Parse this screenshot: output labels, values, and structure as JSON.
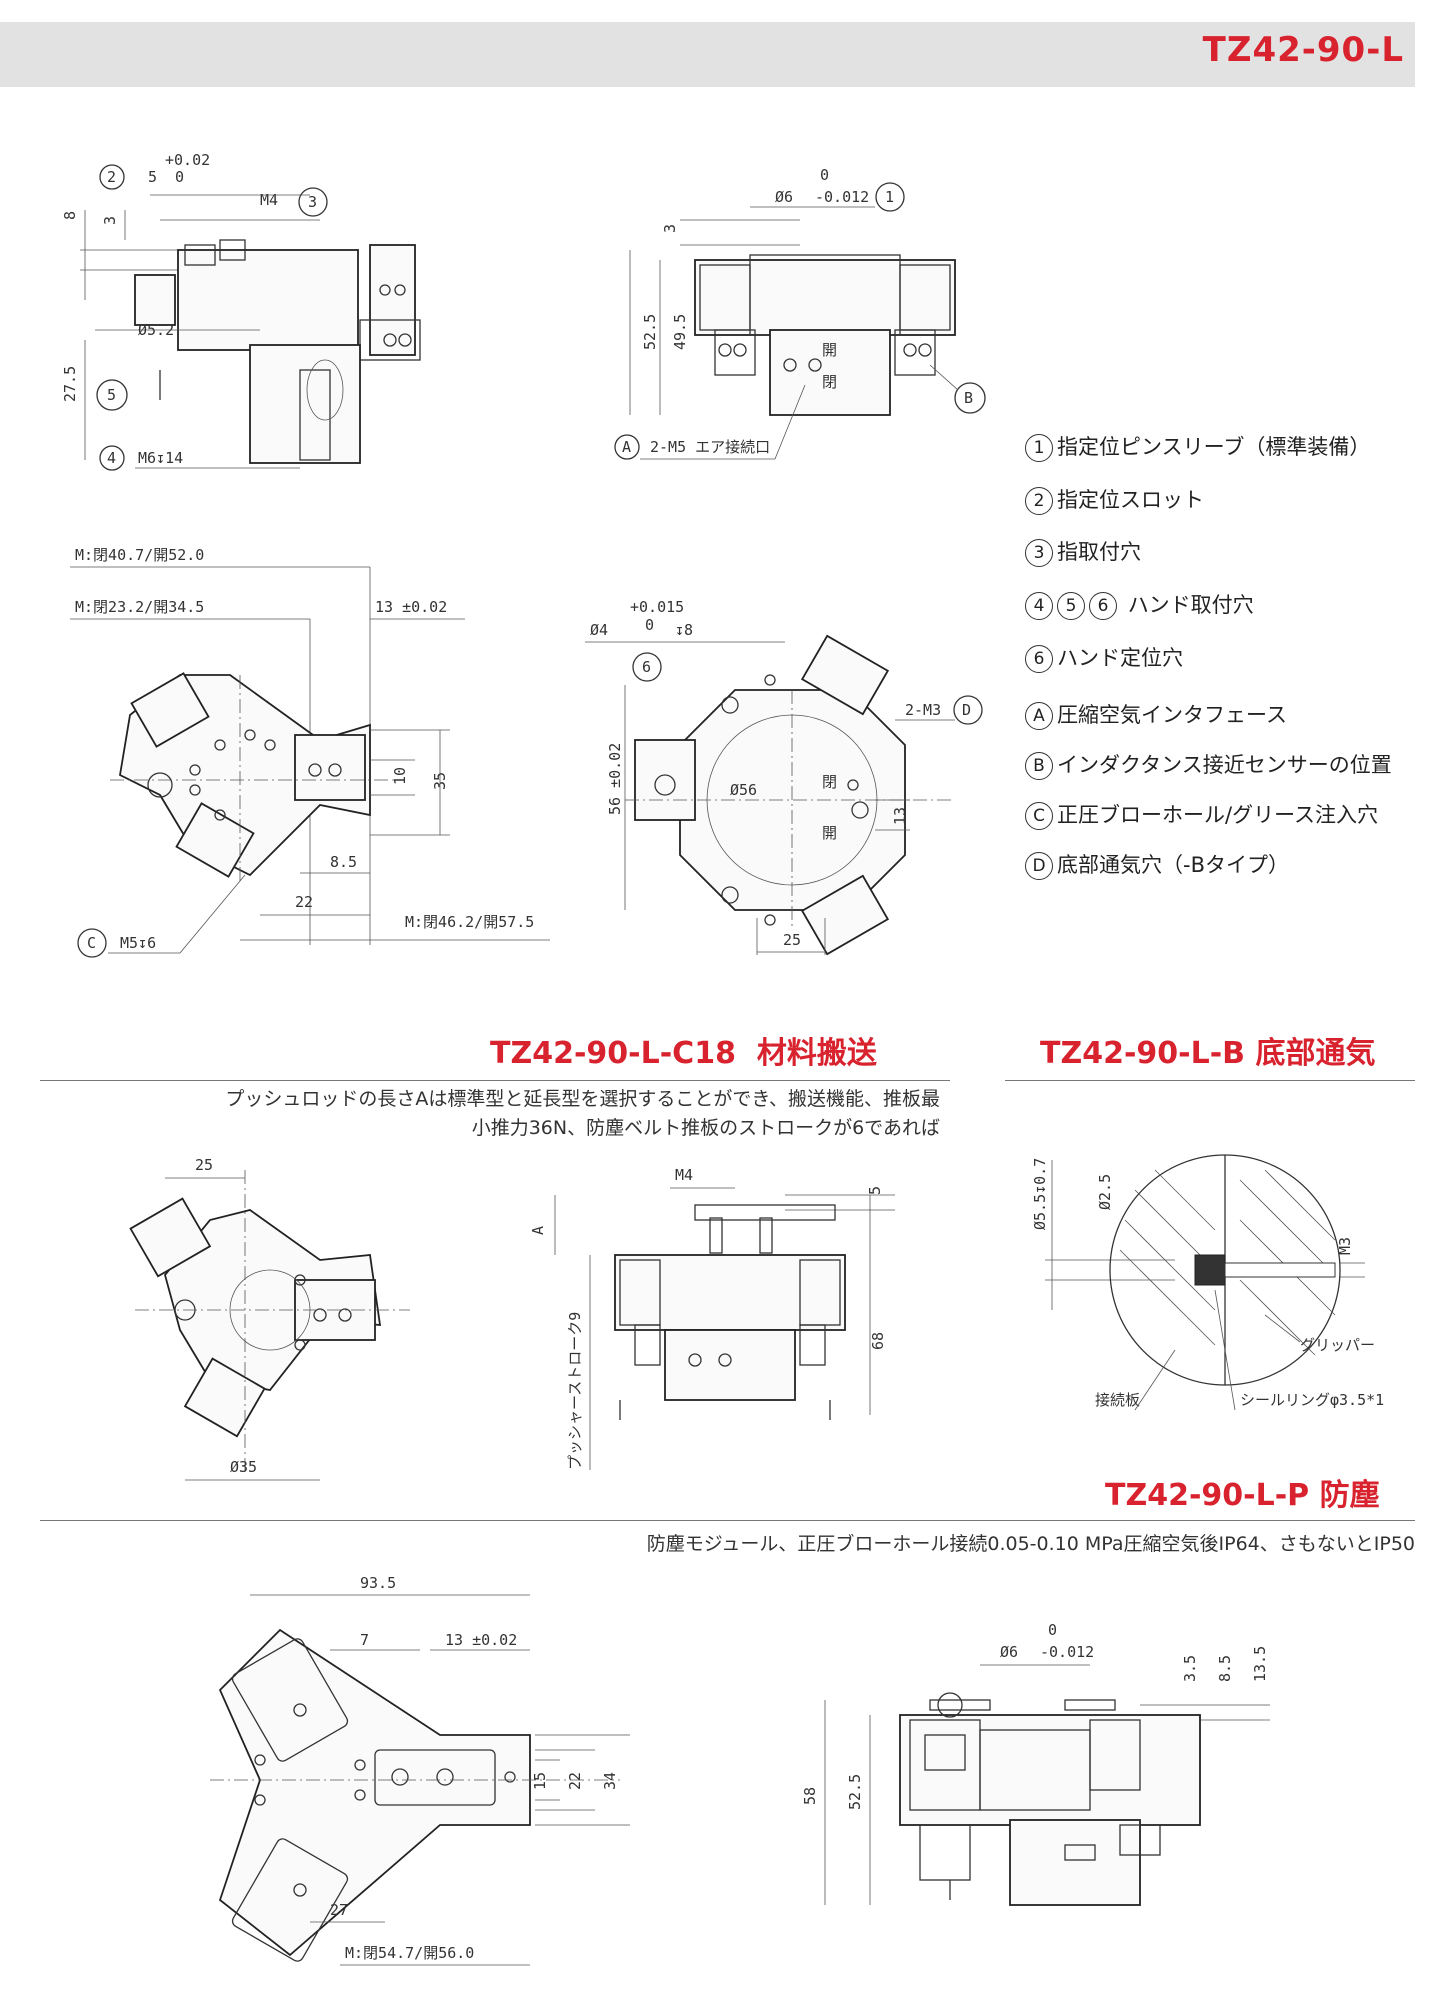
{
  "header": {
    "title": "TZ42-90-L"
  },
  "legend": [
    {
      "marks": [
        "1"
      ],
      "text": "指定位ピンスリーブ（標準装備）"
    },
    {
      "marks": [
        "2"
      ],
      "text": "指定位スロット"
    },
    {
      "marks": [
        "3"
      ],
      "text": "指取付穴"
    },
    {
      "marks": [
        "4",
        "5",
        "6"
      ],
      "text": "ハンド取付穴"
    },
    {
      "marks": [
        "6"
      ],
      "text": "ハンド定位穴"
    },
    {
      "marks": [
        "A"
      ],
      "text": "圧縮空気インタフェース"
    },
    {
      "marks": [
        "B"
      ],
      "text": "インダクタンス接近センサーの位置"
    },
    {
      "marks": [
        "C"
      ],
      "text": "正圧ブローホール/グリース注入穴"
    },
    {
      "marks": [
        "D"
      ],
      "text": "底部通気穴（-Bタイプ）"
    }
  ],
  "sections": {
    "c18": {
      "title": "TZ42-90-L-C18",
      "title_jp": "材料搬送",
      "description_line1": "プッシュロッドの長さAは標準型と延長型を選択することができ、搬送機能、推板最",
      "description_line2": "小推力36N、防塵ベルト推板のストロークが6であれば"
    },
    "b": {
      "title": "TZ42-90-L-B",
      "title_jp": "底部通気"
    },
    "p": {
      "title": "TZ42-90-L-P",
      "title_jp": "防塵",
      "description": "防塵モジュール、正圧ブローホール接続0.05-0.10 MPa圧縮空気後IP64、さもないとIP50"
    }
  },
  "dims": {
    "side": {
      "c2": "2",
      "d5": "5",
      "tol1": "+0.02",
      "tol0": "0",
      "m4": "M4",
      "c3": "3",
      "d8": "8",
      "d3": "3",
      "phi52": "Ø5.2",
      "d275": "27.5",
      "c5": "5",
      "c4": "4",
      "m6": "M6↧14"
    },
    "front": {
      "tol0": "0",
      "phi6": "Ø6",
      "tolm": "-0.012",
      "c1": "1",
      "d3": "3",
      "d525": "52.5",
      "d495": "49.5",
      "open": "開",
      "close": "閉",
      "cB": "B",
      "cA": "A",
      "m5": "2-M5 エア接続口"
    },
    "top": {
      "m1": "M:閉40.7/開52.0",
      "m2": "M:閉23.2/開34.5",
      "d13": "13  ±0.02",
      "d10": "10",
      "d35": "35",
      "d85": "8.5",
      "d22": "22",
      "m3": "M:閉46.2/開57.5",
      "cC": "C",
      "m5": "M5↧6"
    },
    "bottom": {
      "tolp": "+0.015",
      "tol0": "0",
      "phi4": "Ø4",
      "dp8": "↧8",
      "c6": "6",
      "m3": "2-M3",
      "cD": "D",
      "phi56": "Ø56",
      "d56": "56 ±0.02",
      "close": "閉",
      "open": "開",
      "d13": "13",
      "d25": "25"
    },
    "c18top": {
      "d25": "25",
      "phi35": "Ø35"
    },
    "c18side": {
      "m4": "M4",
      "d5": "5",
      "a": "A",
      "stroke": "プッシャーストローク9",
      "d68": "68"
    },
    "bdetail": {
      "phi55": "Ø5.5↧0.7",
      "phi25": "Ø2.5",
      "m3": "M3",
      "gripper": "グリッパー",
      "plate": "接続板",
      "seal": "シールリングφ3.5*1"
    },
    "ptop": {
      "d935": "93.5",
      "d7": "7",
      "d13": "13  ±0.02",
      "d15": "15",
      "d22": "22",
      "d34": "34",
      "d27": "27",
      "m": "M:閉54.7/開56.0"
    },
    "pside": {
      "tol0": "0",
      "phi6": "Ø6",
      "tolm": "-0.012",
      "d35": "3.5",
      "d85": "8.5",
      "d135": "13.5",
      "d58": "58",
      "d525": "52.5"
    }
  }
}
